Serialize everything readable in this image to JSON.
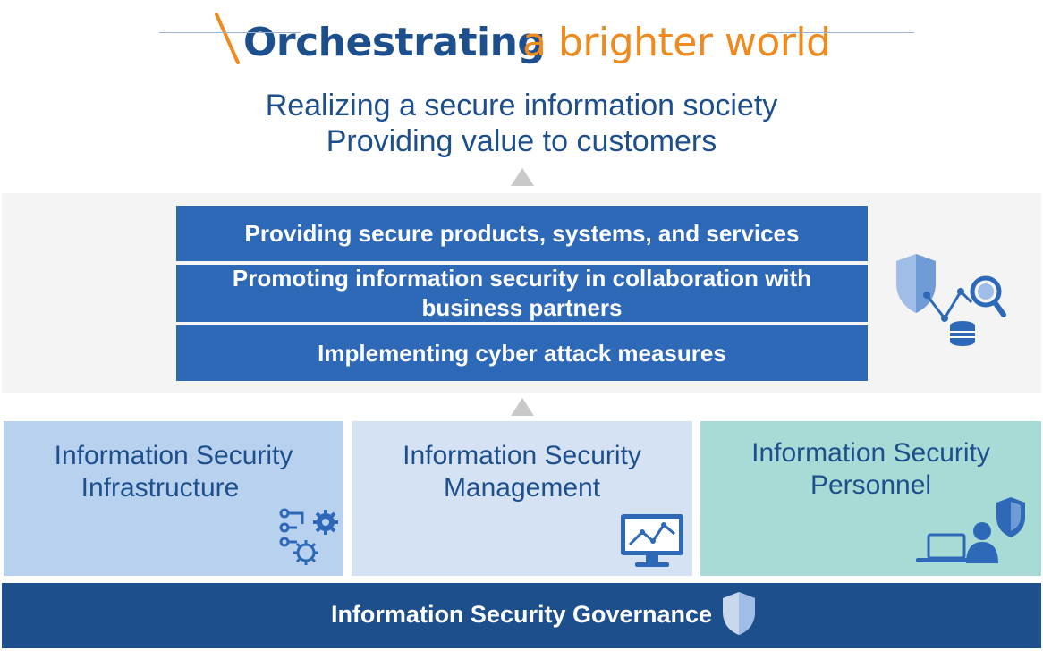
{
  "slogan": {
    "part1": "Orchestrating",
    "part2": "a brighter world"
  },
  "vision": {
    "line1": "Realizing a secure information society",
    "line2": "Providing value to customers"
  },
  "initiatives": [
    "Providing secure products, systems, and services",
    "Promoting information security in collaboration with business partners",
    "Implementing cyber attack measures"
  ],
  "pillars": [
    {
      "line1": "Information Security",
      "line2": "Infrastructure",
      "icon": "circuit-gear-icon",
      "color": "#b7d1ef"
    },
    {
      "line1": "Information Security",
      "line2": "Management",
      "icon": "monitor-chart-icon",
      "color": "#d4e2f3"
    },
    {
      "line1": "Information Security",
      "line2": "Personnel",
      "icon": "person-shield-laptop-icon",
      "color": "#a8dbd6"
    }
  ],
  "governance": {
    "label": "Information Security Governance",
    "icon": "shield-icon",
    "color": "#1d4f8d"
  },
  "colors": {
    "brand_blue": "#1d4f8d",
    "accent_orange": "#ef8a1e",
    "bar_blue": "#2e69b8",
    "arrow_gray": "#c9c9c9"
  },
  "band_icon": "shield-analytics-icon"
}
